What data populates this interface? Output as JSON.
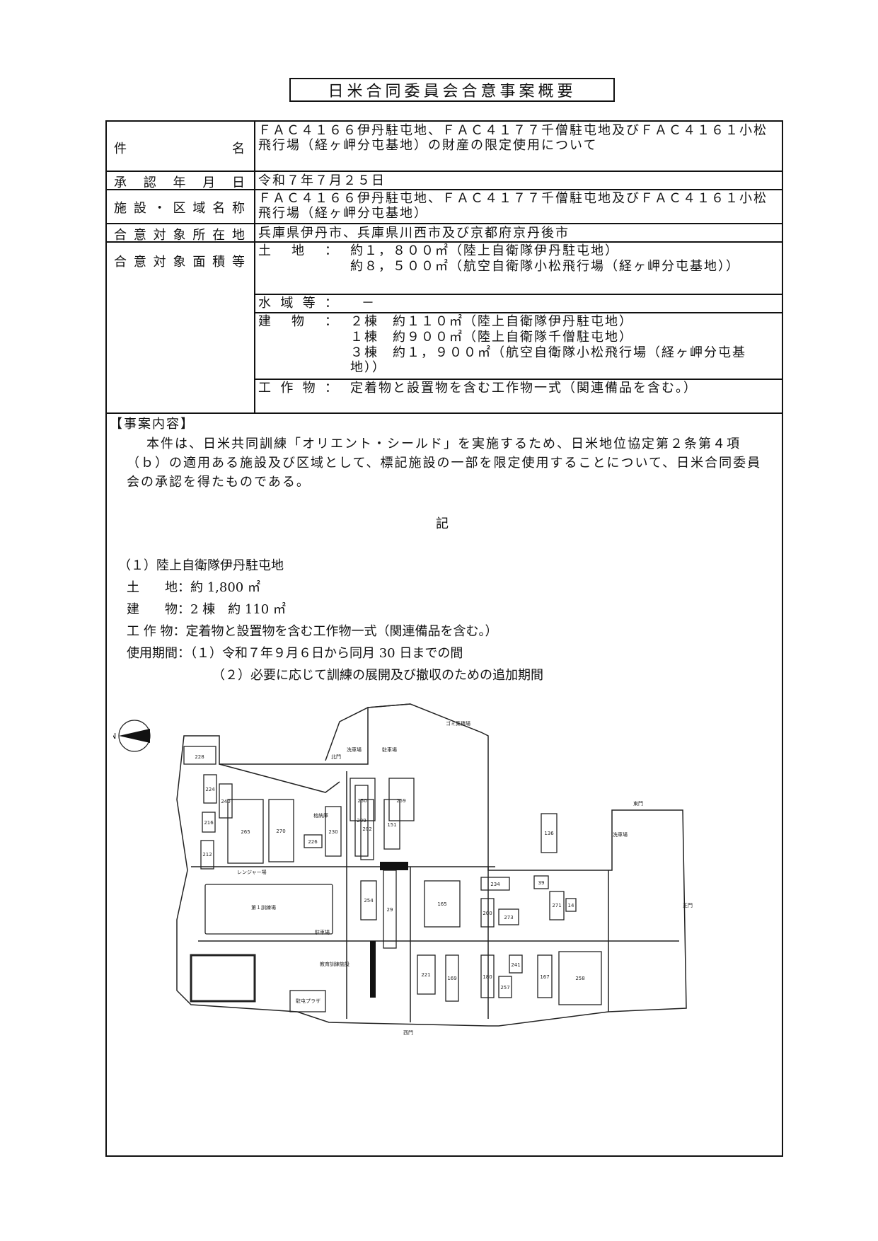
{
  "title": "日米合同委員会合意事案概要",
  "rows": {
    "item": {
      "label": "件名",
      "value": "ＦＡＣ４１６６伊丹駐屯地、ＦＡＣ４１７７千僧駐屯地及びＦＡＣ４１６１小松飛行場（経ヶ岬分屯基地）の財産の限定使用について"
    },
    "approval": {
      "label": "承認年月日",
      "value": "令和７年７月２５日"
    },
    "facility": {
      "label": "施設・区域名称",
      "value": "ＦＡＣ４１６６伊丹駐屯地、ＦＡＣ４１７７千僧駐屯地及びＦＡＣ４１６１小松飛行場（経ヶ岬分屯基地）"
    },
    "location": {
      "label": "合意対象所在地",
      "value": "兵庫県伊丹市、兵庫県川西市及び京都府京丹後市"
    },
    "area": {
      "label": "合意対象面積等",
      "land_label": "土地：",
      "land_1": "約１，８００㎡（陸上自衛隊伊丹駐屯地）",
      "land_2": "約８，５００㎡（航空自衛隊小松飛行場（経ヶ岬分屯基地））",
      "water_label": "水域等：",
      "water_value": "－",
      "building_label": "建物：",
      "building_1": "２棟　約１１０㎡（陸上自衛隊伊丹駐屯地）",
      "building_2": "１棟　約９００㎡（陸上自衛隊千僧駐屯地）",
      "building_3": "３棟　約１，９００㎡（航空自衛隊小松飛行場（経ヶ岬分屯基地））",
      "structure_label": "工作物：",
      "structure_value": "定着物と設置物を含む工作物一式（関連備品を含む。）"
    }
  },
  "content": {
    "heading": "【事案内容】",
    "paragraph": "本件は、日米共同訓練「オリエント・シールド」を実施するため、日米地位協定第２条第４項（ｂ）の適用ある施設及び区域として、標記施設の一部を限定使用することについて、日米合同委員会の承認を得たものである。",
    "ki": "記",
    "section_title": "（１）陸上自衛隊伊丹駐屯地",
    "land": "土　　地：約 1,800 ㎡",
    "building": "建　　物：2 棟　約 110 ㎡",
    "structure": "工 作 物：定着物と設置物を含む工作物一式（関連備品を含む。）",
    "period_1": "使用期間：（１）令和７年９月６日から同月 30 日までの間",
    "period_2": "（２）必要に応じて訓練の展開及び撤収のための追加期間"
  },
  "map": {
    "north_label": "N",
    "labels": {
      "l_gomi": "ゴミ集積場",
      "l_kitamon": "北門",
      "l_chusha1": "洗車場",
      "l_chusha2": "駐車場",
      "l_hangar": "格納庫",
      "l_ranger": "レンジャー場",
      "l_kunren": "第１訓練場",
      "l_chusha3": "駐車場",
      "l_kyoiku": "教育訓練施設",
      "l_plaza": "駐屯プラザ",
      "l_seimon": "西門",
      "l_tomon": "東門",
      "l_shomon": "正門",
      "l_senja": "洗車場"
    },
    "buildings": {
      "b250": "250",
      "b259": "259",
      "b228": "228",
      "b224": "224",
      "b240": "240",
      "b216": "216",
      "b212": "212",
      "b265": "265",
      "b270": "270",
      "b230": "230",
      "b209": "209",
      "b202": "202",
      "b151": "151",
      "b226": "226",
      "b136": "136",
      "b254": "254",
      "b29": "29",
      "b165": "165",
      "b234": "234",
      "b200": "200",
      "b273": "273",
      "b39": "39",
      "b271": "271",
      "b14": "14",
      "b221": "221",
      "b169": "169",
      "b241": "241",
      "b180": "180",
      "b257": "257",
      "b167": "167",
      "b258": "258"
    }
  }
}
